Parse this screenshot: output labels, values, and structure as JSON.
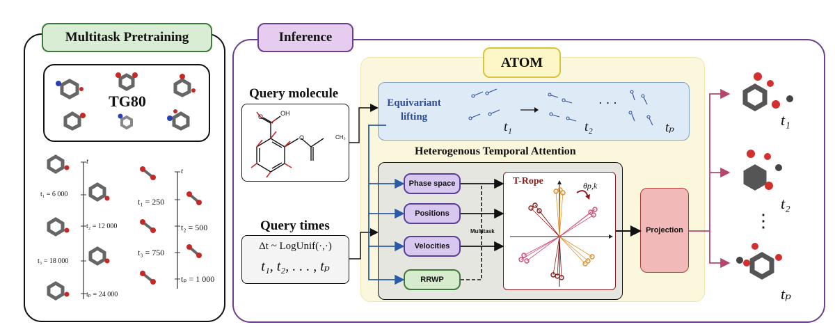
{
  "pretraining": {
    "title": "Multitask Pretraining",
    "dataset": "TG80",
    "axis_label": "t",
    "left_times": [
      "t₁ = 6 000",
      "t₂ = 12 000",
      "t₃ = 18 000",
      "tₚ = 24 000"
    ],
    "right_times": [
      "t₁ = 250",
      "t₂ = 500",
      "t₃ = 750",
      "tₚ = 1 000"
    ]
  },
  "inference": {
    "title": "Inference",
    "query_molecule_label": "Query molecule",
    "atom_labels": [
      "OH",
      "O",
      "O",
      "CH₃"
    ],
    "query_times_label": "Query times",
    "query_times_formula": "Δt ~ LogUnif(·,·)",
    "query_times_list": "t₁, t₂, . . . , tₚ"
  },
  "atom": {
    "title": "ATOM",
    "lifting_label": "Equivariant lifting",
    "time_labels": [
      "t₁",
      "t₂",
      "tₚ"
    ],
    "ellipsis": "· · ·",
    "hta_title": "Heterogenous Temporal Attention",
    "inputs": [
      "Phase space",
      "Positions",
      "Velocities",
      "RRWP"
    ],
    "multitask_label": "Multitask",
    "trope_label": "T-Rope",
    "theta_label": "θp,k",
    "projection_label": "Projection"
  },
  "outputs": {
    "labels": [
      "t₁",
      "t₂",
      "tₚ"
    ],
    "vdots": "⋮"
  },
  "colors": {
    "pretrain_tab": "#d9ecd4",
    "inference_tab": "#e6cdf0",
    "inference_border": "#6b3f8f",
    "atom_bg": "#fbf7dc",
    "atom_tab": "#fdf6c6",
    "lifting_bg": "#dfeaf7",
    "hta_bg": "#e6e6e0",
    "input_purple": "#d8c8f0",
    "rrwp_green": "#d6eccc",
    "trope_border": "#8b1a1a",
    "projection": "#f2b9b9",
    "output_arrow": "#b5446e"
  }
}
